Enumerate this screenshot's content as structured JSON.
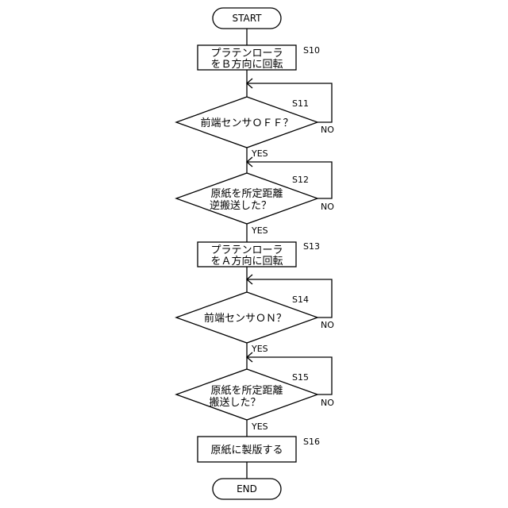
{
  "flowchart": {
    "start": "START",
    "end": "END",
    "yes_label": "YES",
    "no_label": "NO",
    "steps": {
      "s10": {
        "id": "S10",
        "line1": "プラテンローラ",
        "line2": "をＢ方向に回転"
      },
      "s11": {
        "id": "S11",
        "line1": "前端センサＯＦＦ？"
      },
      "s12": {
        "id": "S12",
        "line1": "原紙を所定距離",
        "line2": "逆搬送した？"
      },
      "s13": {
        "id": "S13",
        "line1": "プラテンローラ",
        "line2": "をＡ方向に回転"
      },
      "s14": {
        "id": "S14",
        "line1": "前端センサＯＮ？"
      },
      "s15": {
        "id": "S15",
        "line1": "原紙を所定距離",
        "line2": "搬送した？"
      },
      "s16": {
        "id": "S16",
        "line1": "原紙に製版する"
      }
    }
  }
}
